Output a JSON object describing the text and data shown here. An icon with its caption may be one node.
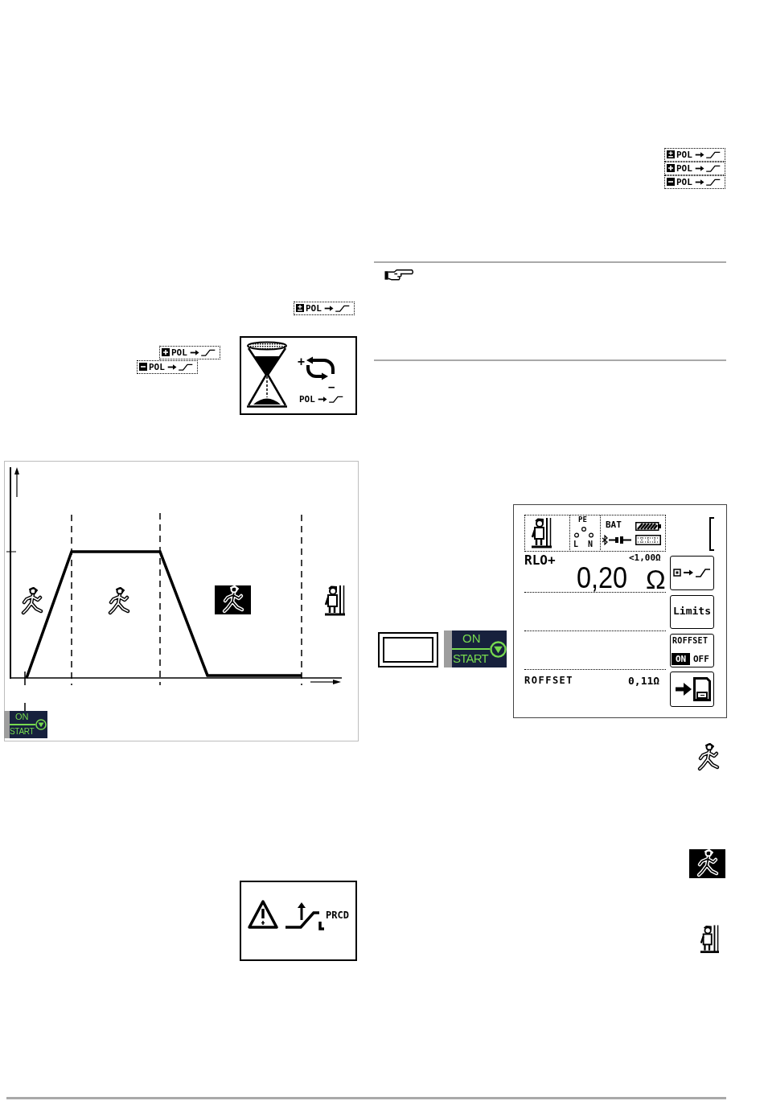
{
  "diagram": {
    "nodes": [
      {
        "text": [
          "POL"
        ]
      },
      {
        "text": [
          "POL"
        ]
      },
      {
        "text": [
          "POL"
        ]
      },
      {
        "text": [
          "+",
          "−",
          "POL"
        ]
      },
      {
        "text": [
          "ON",
          "START"
        ]
      },
      {
        "text": [
          "PRCD"
        ]
      },
      {
        "text": [
          "POL"
        ]
      },
      {
        "text": [
          "POL"
        ]
      },
      {
        "text": [
          "POL"
        ]
      },
      {
        "text": [
          "RLO+",
          "<1,00Ω",
          "0,20",
          "Ω",
          "ROFFSET",
          "0,11Ω"
        ]
      },
      {
        "text": [
          "PE",
          "L",
          "N",
          "BAT"
        ],
        "in": 9
      },
      {
        "text": [],
        "shape": "box",
        "in": 9
      },
      {
        "text": [
          "Limits"
        ],
        "in": 9
      },
      {
        "text": [
          "ROFFSET",
          "ON",
          "OFF"
        ],
        "in": 9
      },
      {
        "text": [],
        "shape": "box",
        "in": 9
      },
      {
        "text": [],
        "shape": "box"
      },
      {
        "text": [
          "ON",
          "START"
        ]
      }
    ]
  }
}
